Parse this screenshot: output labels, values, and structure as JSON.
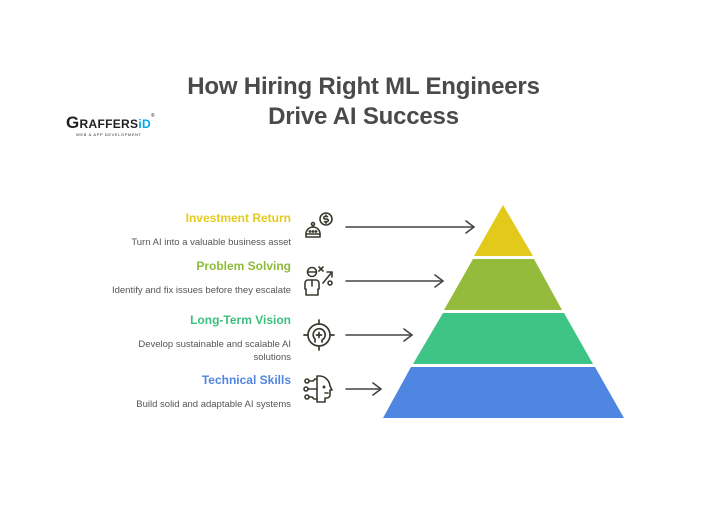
{
  "title": {
    "line1": "How Hiring Right ML Engineers",
    "line2": "Drive AI Success"
  },
  "logo": {
    "brand_first": "G",
    "brand_mid": "RAFFERS",
    "brand_accent": "iD",
    "registered": "®",
    "tagline": "WEB & APP DEVELOPMENT"
  },
  "levels": [
    {
      "label": "Investment Return",
      "description": "Turn AI into a valuable business asset",
      "icon": "robot-dollar-icon",
      "color": "#e2c91a",
      "text_color": "#e3cc1f"
    },
    {
      "label": "Problem Solving",
      "description": "Identify and fix issues before they escalate",
      "icon": "person-strategy-icon",
      "color": "#94bb3b",
      "text_color": "#8dbb3a"
    },
    {
      "label": "Long-Term Vision",
      "description": "Develop sustainable and scalable AI solutions",
      "icon": "target-head-icon",
      "color": "#3ec585",
      "text_color": "#3cbf7c"
    },
    {
      "label": "Technical Skills",
      "description": "Build solid and adaptable AI systems",
      "icon": "ai-head-circuit-icon",
      "color": "#4f86e2",
      "text_color": "#4f86e0"
    }
  ],
  "colors": {
    "title": "#4a4a4a",
    "description": "#555555",
    "arrow": "#444444",
    "icon_stroke": "#3a3a2e"
  }
}
